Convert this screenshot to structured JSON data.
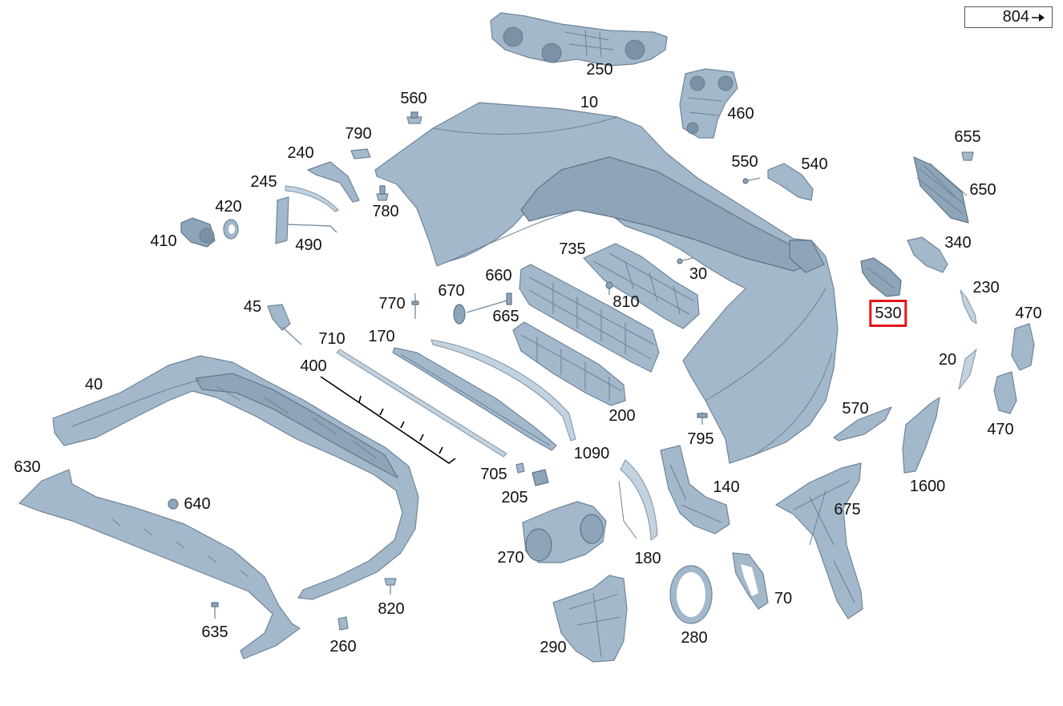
{
  "navigation": {
    "page_label": "804",
    "arrow_icon": "arrow-right-icon"
  },
  "highlight_color": "#e3151a",
  "part_color": "#a4b8cb",
  "callouts": [
    {
      "id": "250",
      "label": "250"
    },
    {
      "id": "10",
      "label": "10"
    },
    {
      "id": "460",
      "label": "460"
    },
    {
      "id": "560",
      "label": "560"
    },
    {
      "id": "790",
      "label": "790"
    },
    {
      "id": "240",
      "label": "240"
    },
    {
      "id": "245",
      "label": "245"
    },
    {
      "id": "780",
      "label": "780"
    },
    {
      "id": "420",
      "label": "420"
    },
    {
      "id": "410",
      "label": "410"
    },
    {
      "id": "490",
      "label": "490"
    },
    {
      "id": "550",
      "label": "550"
    },
    {
      "id": "540",
      "label": "540"
    },
    {
      "id": "655",
      "label": "655"
    },
    {
      "id": "650",
      "label": "650"
    },
    {
      "id": "340",
      "label": "340"
    },
    {
      "id": "230",
      "label": "230"
    },
    {
      "id": "530",
      "label": "530",
      "highlighted": true
    },
    {
      "id": "470a",
      "label": "470"
    },
    {
      "id": "20",
      "label": "20"
    },
    {
      "id": "470b",
      "label": "470"
    },
    {
      "id": "735",
      "label": "735"
    },
    {
      "id": "30",
      "label": "30"
    },
    {
      "id": "660",
      "label": "660"
    },
    {
      "id": "670",
      "label": "670"
    },
    {
      "id": "770",
      "label": "770"
    },
    {
      "id": "810",
      "label": "810"
    },
    {
      "id": "665",
      "label": "665"
    },
    {
      "id": "45",
      "label": "45"
    },
    {
      "id": "710",
      "label": "710"
    },
    {
      "id": "170",
      "label": "170"
    },
    {
      "id": "400",
      "label": "400"
    },
    {
      "id": "40",
      "label": "40"
    },
    {
      "id": "200",
      "label": "200"
    },
    {
      "id": "570",
      "label": "570"
    },
    {
      "id": "795",
      "label": "795"
    },
    {
      "id": "1600",
      "label": "1600"
    },
    {
      "id": "1090",
      "label": "1090"
    },
    {
      "id": "705",
      "label": "705"
    },
    {
      "id": "205",
      "label": "205"
    },
    {
      "id": "140",
      "label": "140"
    },
    {
      "id": "675",
      "label": "675"
    },
    {
      "id": "630",
      "label": "630"
    },
    {
      "id": "640",
      "label": "640"
    },
    {
      "id": "270",
      "label": "270"
    },
    {
      "id": "180",
      "label": "180"
    },
    {
      "id": "70",
      "label": "70"
    },
    {
      "id": "820",
      "label": "820"
    },
    {
      "id": "635",
      "label": "635"
    },
    {
      "id": "280",
      "label": "280"
    },
    {
      "id": "290",
      "label": "290"
    },
    {
      "id": "260",
      "label": "260"
    }
  ]
}
